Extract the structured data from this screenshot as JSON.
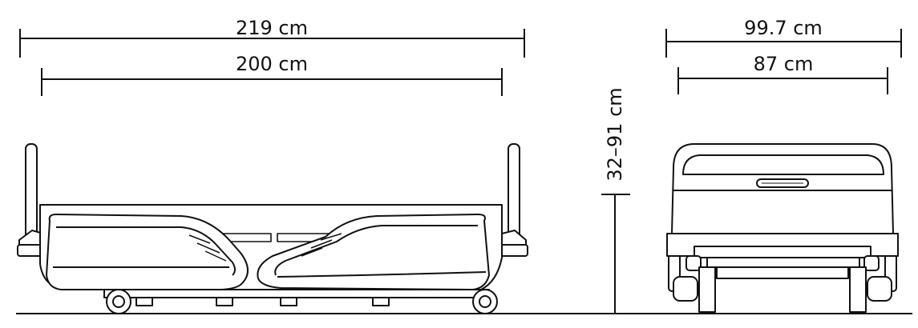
{
  "dimensions": {
    "side_overall_length": "219 cm",
    "side_inner_length": "200 cm",
    "height_range": "32–91 cm",
    "end_overall_width": "99.7 cm",
    "end_inner_width": "87 cm"
  },
  "colors": {
    "line": "#111111",
    "background": "#ffffff",
    "fill": "#ffffff"
  }
}
